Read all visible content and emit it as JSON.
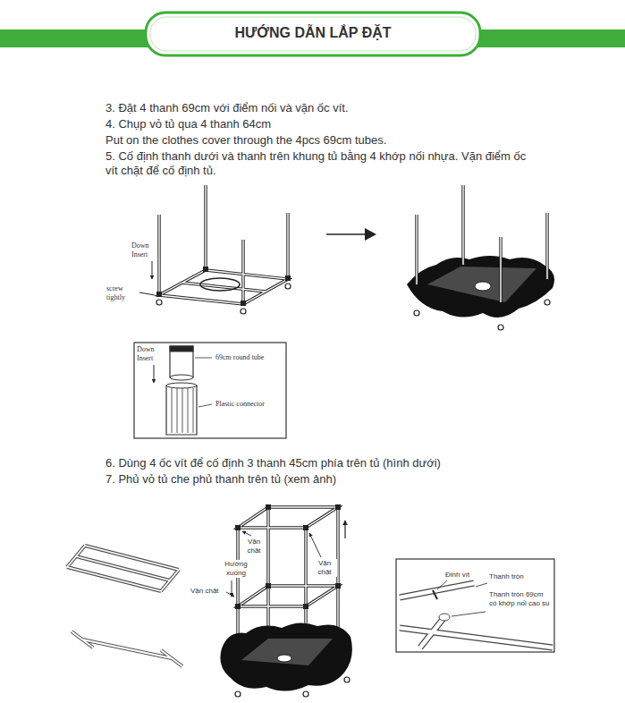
{
  "diagram": {
    "title": "HƯỚNG DẪN LẮP ĐẶT",
    "labels": [
      "3. Đặt 4 thanh 69cm với điểm nối và vặn ốc vít.",
      "4. Chụp vỏ tủ qua 4 thanh 64cm",
      "Put on the clothes cover through the 4pcs 69cm tubes.",
      "5. Cố định thanh dưới và thanh trên khung tủ bằng 4 khớp nối nhựa. Vặn điểm ốc vít chặt để cố định tủ.",
      "Down Insert",
      "screw tightly",
      "Down Insert",
      "69cm round tube",
      "Plastic connector",
      "6. Dùng 4 ốc vít để cố định 3 thanh 45cm phía trên tủ (hình dưới)",
      "7. Phủ vỏ tủ che phủ thanh trên tủ (xem ảnh)",
      "Vặn chặt",
      "Hướng xuống",
      "Vặn chặt",
      "Vặn chặt",
      "Đinh vít",
      "Thanh tròn",
      "Thanh tròn 69cm có khớp nối cao su"
    ]
  }
}
